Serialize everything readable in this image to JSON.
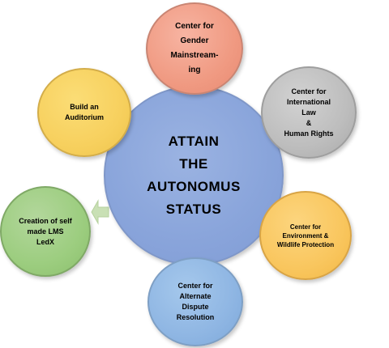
{
  "center": {
    "lines": [
      "ATTAIN",
      "THE",
      "AUTONOMUS",
      "STATUS"
    ]
  },
  "nodes": {
    "gender": {
      "lines": [
        "Center for",
        "Gender",
        "Mainstream-",
        "ing"
      ]
    },
    "law": {
      "lines": [
        "Center for",
        "International",
        "Law",
        "&",
        "Human Rights"
      ]
    },
    "environment": {
      "lines": [
        "Center for",
        "Environment &",
        "Wildlife Protection"
      ]
    },
    "dispute": {
      "lines": [
        "Center for",
        "Alternate",
        "Dispute",
        "Resolution"
      ]
    },
    "lms": {
      "lines": [
        "Creation of self",
        "made LMS",
        "LedX"
      ]
    },
    "auditorium": {
      "lines": [
        "Build an",
        "Auditorium"
      ]
    }
  },
  "colors": {
    "center": "#8aa5db",
    "gender": "#f09a82",
    "law": "#bdbdbd",
    "environment": "#f9c65e",
    "dispute": "#8fb6e3",
    "lms": "#9ccd7f",
    "auditorium": "#f7d05e",
    "arrow": "#c9e0b5"
  },
  "arrow": {
    "icon": "arrow-left-icon"
  }
}
